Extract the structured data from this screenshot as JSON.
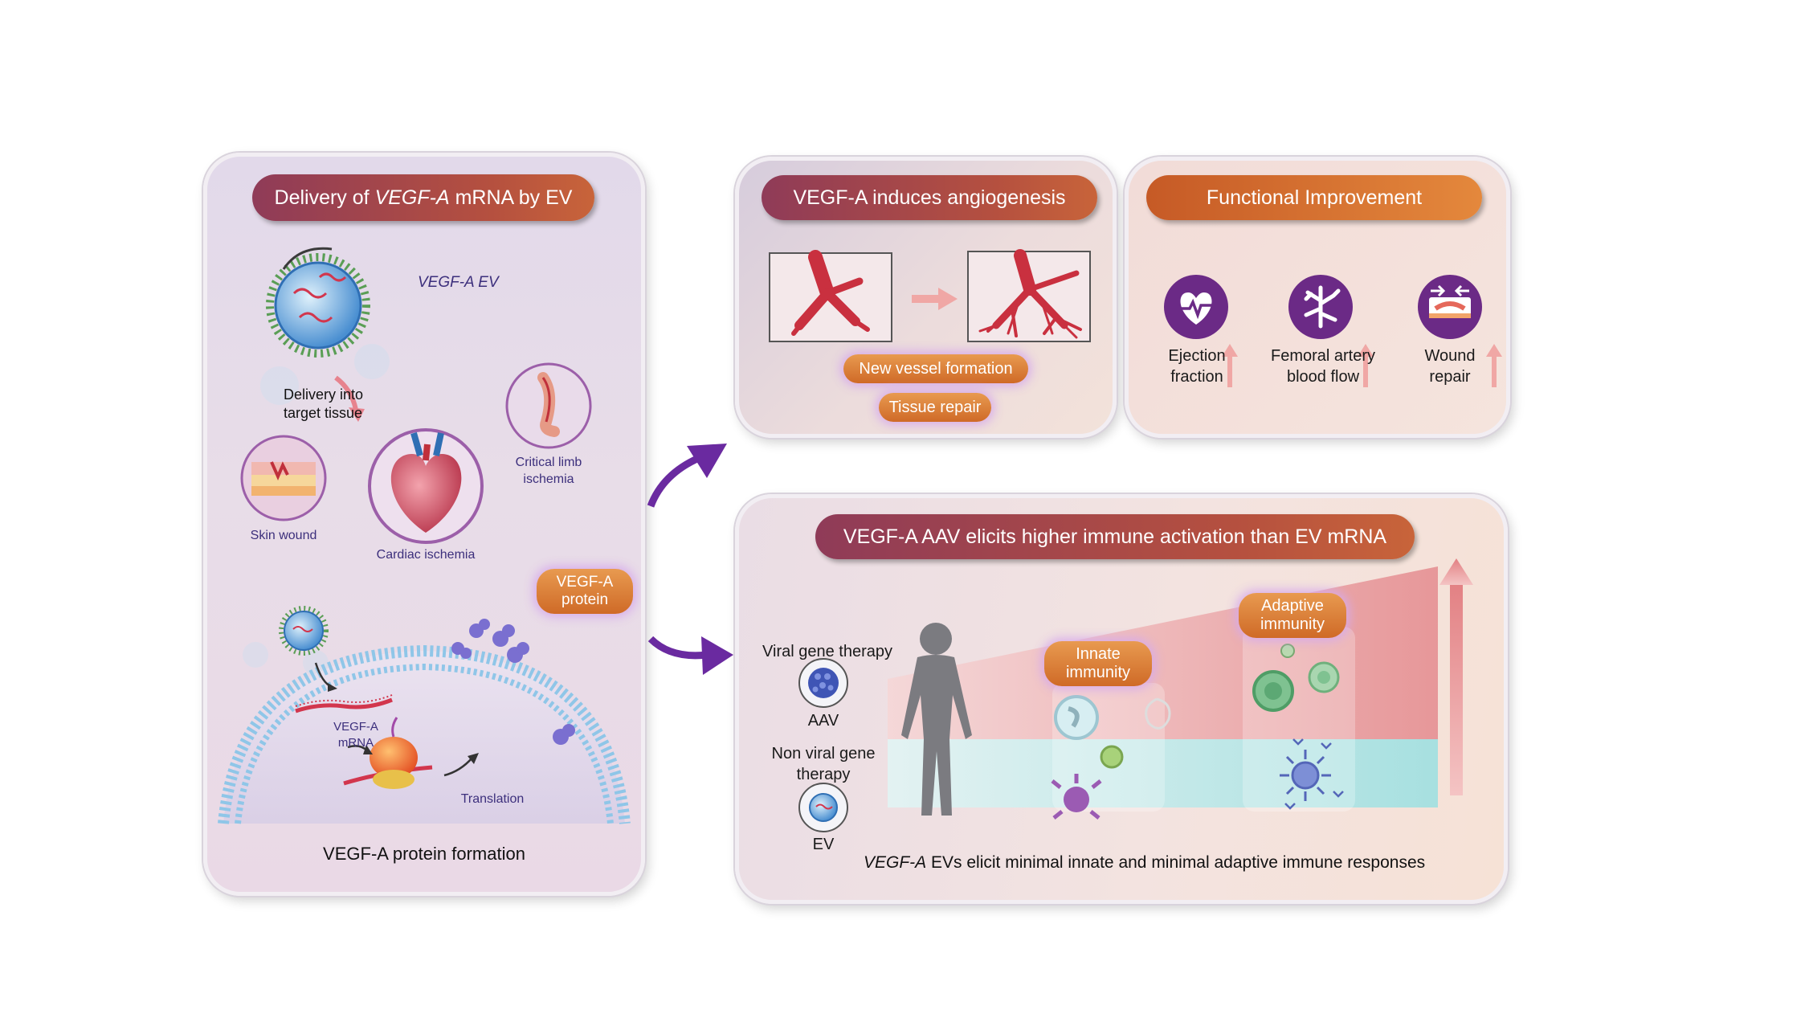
{
  "panel1": {
    "title_prefix": "Delivery of ",
    "title_italic": "VEGF-A",
    "title_suffix": " mRNA by EV",
    "ev_label": "VEGF-A EV",
    "delivery_line1": "Delivery into",
    "delivery_line2": "target tissue",
    "skin_wound": "Skin wound",
    "cardiac": "Cardiac ischemia",
    "limb_line1": "Critical limb",
    "limb_line2": "ischemia",
    "protein_tag_line1": "VEGF-A",
    "protein_tag_line2": "protein",
    "mrna_line1": "VEGF-A",
    "mrna_line2": "mRNA",
    "translation": "Translation",
    "footer": "VEGF-A protein formation"
  },
  "panel2": {
    "title": "VEGF-A induces angiogenesis",
    "tag1": "New vessel formation",
    "tag2": "Tissue repair"
  },
  "panel3": {
    "title": "Functional Improvement",
    "items": [
      {
        "line1": "Ejection",
        "line2": "fraction",
        "icon": "heart-pulse-icon"
      },
      {
        "line1": "Femoral artery",
        "line2": "blood flow",
        "icon": "vessel-icon"
      },
      {
        "line1": "Wound",
        "line2": "repair",
        "icon": "wound-icon"
      }
    ]
  },
  "panel4": {
    "title": "VEGF-A AAV elicits  higher immune activation than EV mRNA",
    "viral": "Viral gene therapy",
    "aav": "AAV",
    "nonviral_line1": "Non viral gene",
    "nonviral_line2": "therapy",
    "ev": "EV",
    "innate_line1": "Innate",
    "innate_line2": "immunity",
    "adaptive_line1": "Adaptive",
    "adaptive_line2": "immunity",
    "footer_italic": "VEGF-A",
    "footer_rest": " EVs elicit minimal innate and minimal adaptive immune responses"
  },
  "colors": {
    "accent_dark": "#8f3b58",
    "accent_orange": "#d8762f",
    "icon_purple": "#6b2a86",
    "arrow_purple": "#6a2aa0"
  }
}
